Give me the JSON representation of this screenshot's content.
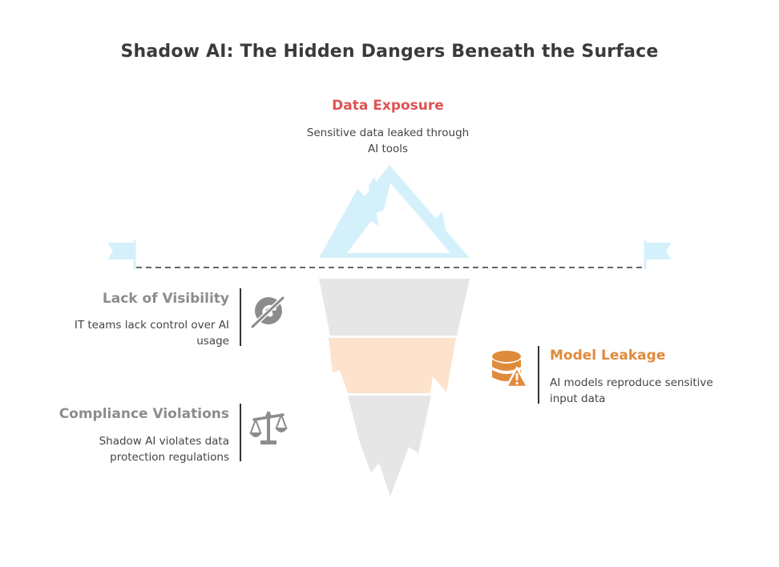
{
  "title": "Shadow AI: The Hidden Dangers Beneath the Surface",
  "colors": {
    "surface_ice": "#d4f1fb",
    "tier_grey": "#e6e6e6",
    "tier_peach": "#fde3cc",
    "accent_red": "#e05252",
    "accent_orange": "#e08a3c",
    "muted_grey": "#8c8c8c"
  },
  "sections": {
    "data_exposure": {
      "heading": "Data Exposure",
      "description_line1": "Sensitive data leaked through",
      "description_line2": "AI tools",
      "icon": "iceberg-tip"
    },
    "lack_of_visibility": {
      "heading": "Lack of Visibility",
      "description_line1": "IT teams lack control over AI",
      "description_line2": "usage",
      "icon": "eye-slash-icon"
    },
    "model_leakage": {
      "heading": "Model Leakage",
      "description_line1": "AI models reproduce sensitive",
      "description_line2": "input data",
      "icon": "database-warning-icon"
    },
    "compliance_violations": {
      "heading": "Compliance Violations",
      "description_line1": "Shadow AI violates data",
      "description_line2": "protection regulations",
      "icon": "scales-icon"
    }
  }
}
